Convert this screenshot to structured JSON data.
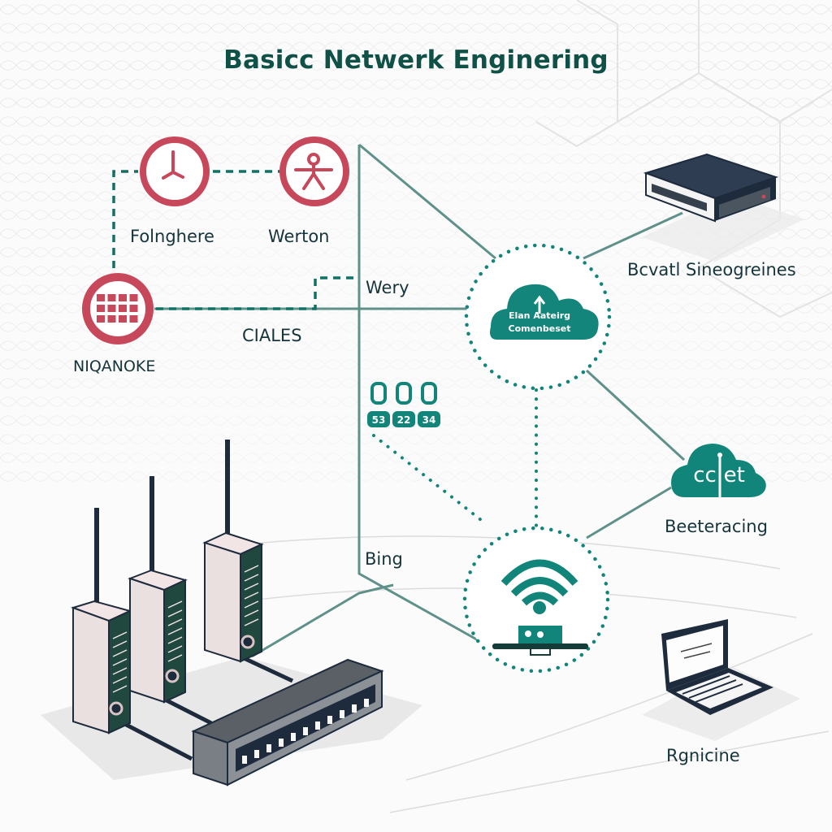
{
  "title": "Basicc Netwerk Enginering",
  "colors": {
    "title": "#0f5147",
    "teal": "#12857a",
    "teal_line": "#5f918a",
    "red": "#c6485a",
    "navy": "#1d2b3c",
    "dark_green": "#1f4a43",
    "label": "#15343b"
  },
  "nodes": {
    "clock": {
      "label": "Folnghere",
      "icon": "clock-icon"
    },
    "person": {
      "label": "Werton",
      "icon": "person-icon"
    },
    "grid": {
      "label": "NIQANOKE",
      "icon": "grid-icon"
    },
    "cloud_hub": {
      "line1": "Elan Aateirg",
      "line2": "Comenbeset",
      "icon": "cloud-upload-icon"
    },
    "switch_box": {
      "label": "Bcvatl Sineogreines",
      "icon": "network-switch-icon"
    },
    "cloud_right": {
      "text": "cc|et",
      "label": "Beeteracing",
      "icon": "cloud-icon"
    },
    "wifi_hub": {
      "icon": "wifi-router-icon"
    },
    "laptop": {
      "label": "Rgnicine",
      "icon": "laptop-icon"
    },
    "server_rack": {
      "icon": "server-antenna-icon"
    }
  },
  "edge_labels": {
    "wery": "Wery",
    "ciales": "CIALES",
    "bing": "Bing"
  },
  "ports": {
    "top": [
      "",
      "",
      ""
    ],
    "bottom": [
      "53",
      "22",
      "34"
    ]
  }
}
